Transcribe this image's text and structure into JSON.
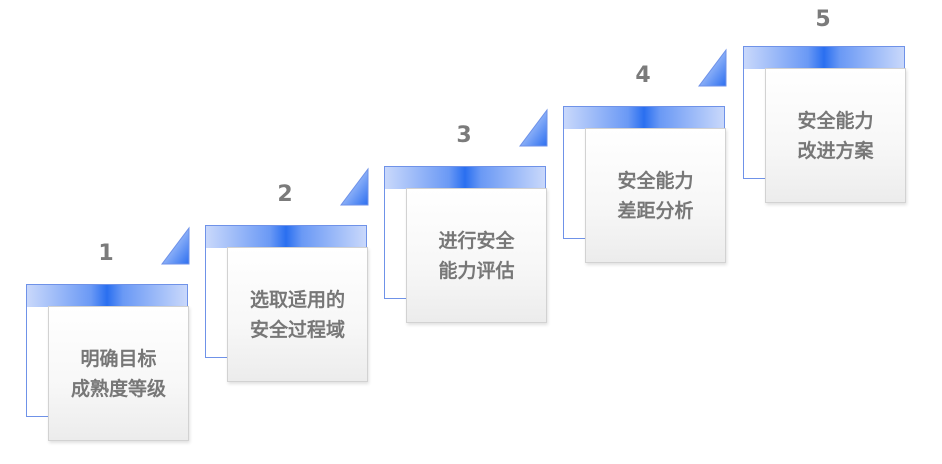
{
  "steps": [
    {
      "number": "1",
      "label": "明确目标\n成熟度等级"
    },
    {
      "number": "2",
      "label": "选取适用的\n安全过程域"
    },
    {
      "number": "3",
      "label": "进行安全\n能力评估"
    },
    {
      "number": "4",
      "label": "安全能力\n差距分析"
    },
    {
      "number": "5",
      "label": "安全能力\n改进方案"
    }
  ],
  "colors": {
    "number_text": "#7b7b7b",
    "label_text": "#777777",
    "blue_accent": "#2a6ff0",
    "blue_border": "#6f92e8",
    "card_border": "#d2d2d2"
  }
}
